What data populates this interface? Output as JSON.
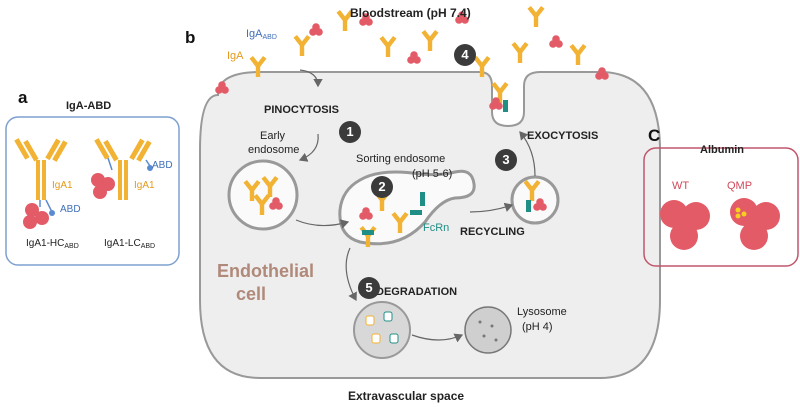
{
  "panel_a": {
    "letter": "a",
    "title": "IgA-ABD",
    "iga1_left": "IgA1",
    "iga1_right": "IgA1",
    "abd_left": "ABD",
    "abd_right": "ABD",
    "hc_label": "IgA1-HC",
    "hc_sub": "ABD",
    "lc_label": "IgA1-LC",
    "lc_sub": "ABD"
  },
  "panel_b": {
    "letter": "b",
    "bloodstream": "Bloodstream (pH 7.4)",
    "extravascular": "Extravascular space",
    "iga_abd_label": "IgA",
    "iga_abd_sub": "ABD",
    "iga_label": "IgA",
    "pinocytosis": "PINOCYTOSIS",
    "early_endosome_1": "Early",
    "early_endosome_2": "endosome",
    "sorting_endosome_1": "Sorting endosome",
    "sorting_endosome_2": "(pH 5-6)",
    "fcrn": "FcRn",
    "recycling": "RECYCLING",
    "exocytosis": "EXOCYTOSIS",
    "degradation": "DEGRADATION",
    "lysosome_1": "Lysosome",
    "lysosome_2": "(pH 4)",
    "cell_1": "Endothelial",
    "cell_2": "cell",
    "steps": [
      "1",
      "2",
      "3",
      "4",
      "5"
    ]
  },
  "panel_c": {
    "letter": "C",
    "title": "Albumin",
    "wt": "WT",
    "qmp": "QMP"
  },
  "colors": {
    "antibody": "#f2b233",
    "albumin": "#e25b67",
    "fcrn": "#1f8f86",
    "abd": "#5a8ad1",
    "panel_a_border": "#7ea0cf",
    "panel_c_border": "#c0566b",
    "cell_text": "#b0897a"
  }
}
